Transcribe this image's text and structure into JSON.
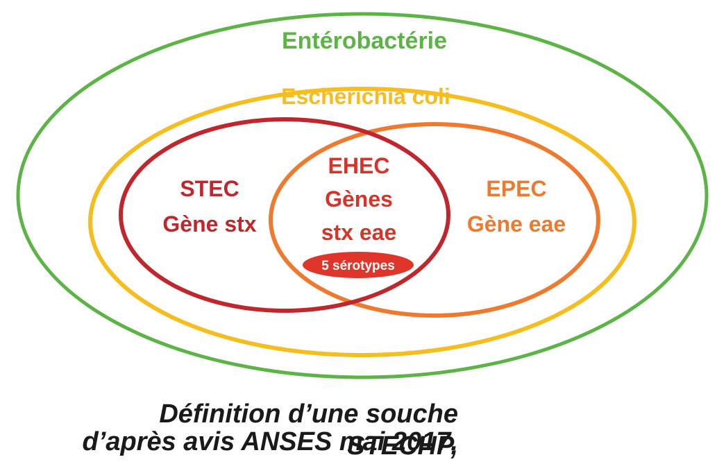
{
  "diagram": {
    "outer": {
      "label": "Entérobactérie",
      "color": "#5cb346"
    },
    "ecoli": {
      "label": "Escherichia coli",
      "color": "#f5bd1e"
    },
    "stec": {
      "line1": "STEC",
      "line2": "Gène stx",
      "color": "#c0272d"
    },
    "ehec": {
      "line1": "EHEC",
      "line2": "Gènes",
      "line3": "stx eae",
      "color": "#d7332a"
    },
    "epec": {
      "line1": "EPEC",
      "line2": "Gène eae",
      "color": "#ee7a30"
    },
    "badge": {
      "label": "5 sérotypes",
      "color": "#e0352b"
    }
  },
  "caption": {
    "line1": "Définition d’une souche STECHP,",
    "line2": "d’après avis ANSES mai 2017."
  }
}
